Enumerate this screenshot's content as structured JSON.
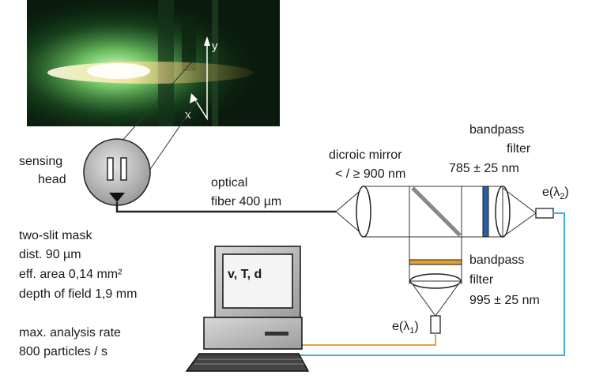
{
  "photo": {
    "axis_y": "y",
    "axis_x": "x"
  },
  "sensing_head": {
    "label_line1": "sensing",
    "label_line2": "head"
  },
  "fiber": {
    "label_line1": "optical",
    "label_line2": "fiber 400 µm"
  },
  "mirror": {
    "label_line1": "dicroic mirror",
    "label_line2": "< / ≥ 900 nm"
  },
  "filter_top": {
    "label_line1": "bandpass",
    "label_line2": "filter",
    "label_line3": "785 ± 25 nm"
  },
  "filter_bottom": {
    "label_line1": "bandpass",
    "label_line2": "filter",
    "label_line3": "995 ± 25 nm"
  },
  "detector_2": {
    "label_main": "e(λ",
    "label_sub": "2",
    "label_end": ")"
  },
  "detector_1": {
    "label_main": "e(λ",
    "label_sub": "1",
    "label_end": ")"
  },
  "specs": {
    "line1": "two-slit mask",
    "line2": "dist. 90 µm",
    "line3": "eff. area 0,14 mm²",
    "line4": "depth of field 1,9 mm",
    "line5": "max. analysis rate",
    "line6": "800 particles / s"
  },
  "computer": {
    "screen_text": "v, T, d"
  },
  "colors": {
    "signal_line_1": "#e8a040",
    "signal_line_2": "#3bb0e0",
    "filter_top": "#2a5fa8",
    "filter_bottom": "#e0a030",
    "photo_glow": "#c8ffb0"
  }
}
